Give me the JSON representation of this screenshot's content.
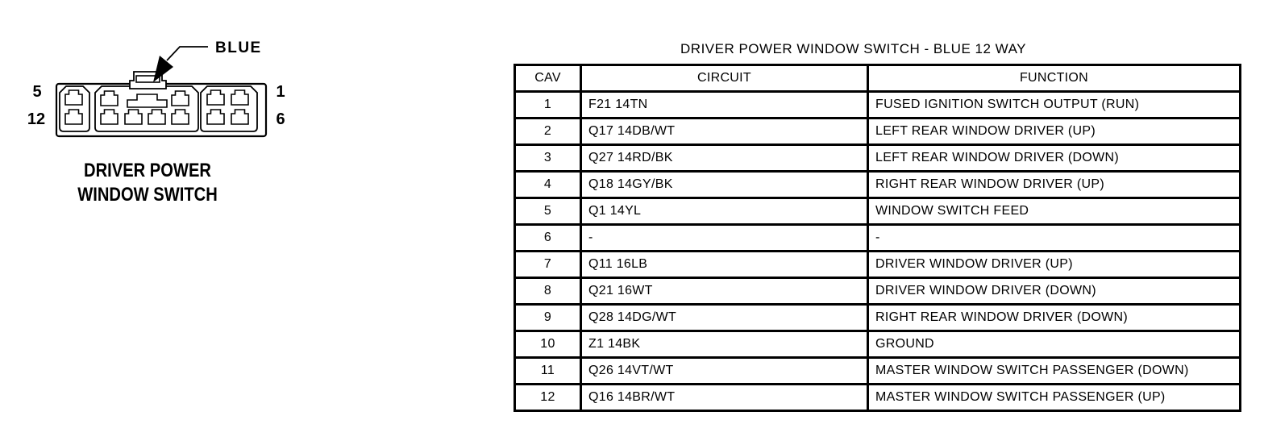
{
  "colors": {
    "ink": "#000000",
    "background": "#ffffff"
  },
  "diagram": {
    "connector_color_label": "BLUE",
    "pin_labels": {
      "top_left": "5",
      "bottom_left": "12",
      "top_right": "1",
      "bottom_right": "6"
    },
    "caption_line1": "DRIVER POWER",
    "caption_line2": "WINDOW SWITCH"
  },
  "table": {
    "title": "DRIVER POWER WINDOW SWITCH - BLUE 12 WAY",
    "columns": [
      "CAV",
      "CIRCUIT",
      "FUNCTION"
    ],
    "rows": [
      {
        "cav": "1",
        "circuit": "F21 14TN",
        "function": "FUSED IGNITION SWITCH OUTPUT (RUN)"
      },
      {
        "cav": "2",
        "circuit": "Q17 14DB/WT",
        "function": "LEFT REAR WINDOW DRIVER (UP)"
      },
      {
        "cav": "3",
        "circuit": "Q27 14RD/BK",
        "function": "LEFT REAR WINDOW DRIVER (DOWN)"
      },
      {
        "cav": "4",
        "circuit": "Q18 14GY/BK",
        "function": "RIGHT REAR WINDOW DRIVER (UP)"
      },
      {
        "cav": "5",
        "circuit": "Q1 14YL",
        "function": "WINDOW SWITCH FEED"
      },
      {
        "cav": "6",
        "circuit": "-",
        "function": "-"
      },
      {
        "cav": "7",
        "circuit": "Q11 16LB",
        "function": "DRIVER WINDOW DRIVER (UP)"
      },
      {
        "cav": "8",
        "circuit": "Q21 16WT",
        "function": "DRIVER WINDOW DRIVER (DOWN)"
      },
      {
        "cav": "9",
        "circuit": "Q28 14DG/WT",
        "function": "RIGHT REAR WINDOW DRIVER (DOWN)"
      },
      {
        "cav": "10",
        "circuit": "Z1 14BK",
        "function": "GROUND"
      },
      {
        "cav": "11",
        "circuit": "Q26 14VT/WT",
        "function": "MASTER WINDOW SWITCH PASSENGER (DOWN)"
      },
      {
        "cav": "12",
        "circuit": "Q16 14BR/WT",
        "function": "MASTER WINDOW SWITCH PASSENGER (UP)"
      }
    ]
  }
}
